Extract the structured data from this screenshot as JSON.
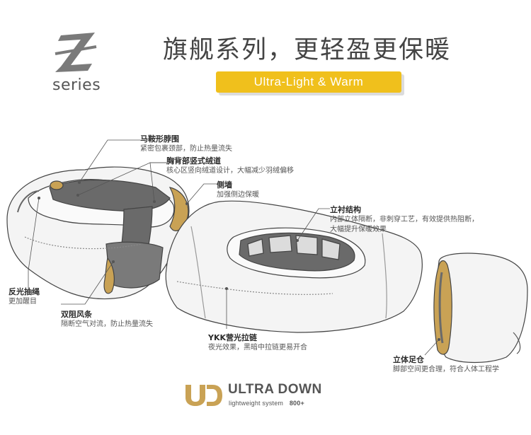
{
  "header": {
    "brand_letter": "Z",
    "series_label": "series",
    "headline": "旗舰系列，更轻盈更保暖",
    "tagline": "Ultra-Light  &  Warm",
    "accent_color": "#f0c01c"
  },
  "callouts": [
    {
      "title": "马鞍形脖围",
      "desc": [
        "紧密包裹颈部，防止热量流失"
      ]
    },
    {
      "title": "胸背部竖式绒道",
      "desc": [
        "核心区竖向绒道设计，大幅减少羽绒偏移"
      ]
    },
    {
      "title": "侧墙",
      "desc": [
        "加强侧边保暖"
      ]
    },
    {
      "title": "立衬结构",
      "desc": [
        "内部立体隔断，非刺穿工艺，有效提供热阻断，",
        "大幅提升保暖效果"
      ]
    },
    {
      "title": "反光抽绳",
      "desc": [
        "更加醒目"
      ]
    },
    {
      "title": "双阻风条",
      "desc": [
        "隔断空气对流，防止热量流失"
      ]
    },
    {
      "title": "YKK营光拉链",
      "desc": [
        "夜光效果，黑暗中拉链更易开合"
      ]
    },
    {
      "title": "立体足仓",
      "desc": [
        "脚部空间更合理，符合人体工程学"
      ]
    }
  ],
  "footer": {
    "logo_mark": "UD",
    "brand": "ULTRA DOWN",
    "subtitle": "lightweight system",
    "fill_power": "800+"
  },
  "colors": {
    "gold": "#c9a255",
    "dark_fill": "#6a6a6a",
    "outline": "#444444"
  }
}
